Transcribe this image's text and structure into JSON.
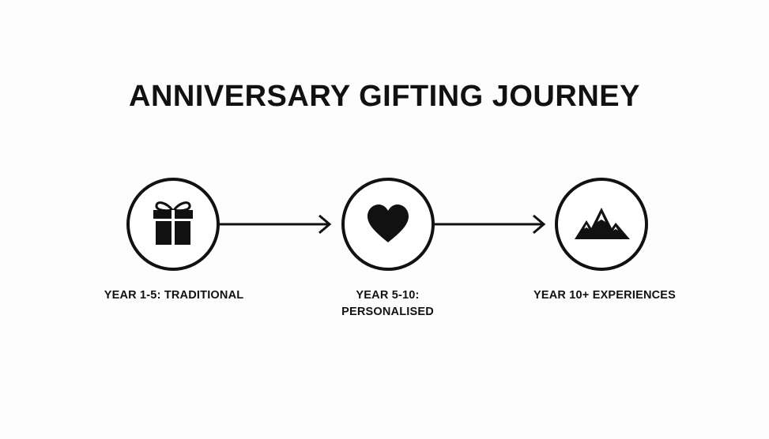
{
  "title": "ANNIVERSARY GIFTING JOURNEY",
  "stages": [
    {
      "icon": "gift-icon",
      "label": "YEAR 1-5: TRADITIONAL"
    },
    {
      "icon": "heart-icon",
      "label": "YEAR 5-10: PERSONALISED"
    },
    {
      "icon": "mountain-icon",
      "label": "YEAR 10+ EXPERIENCES"
    }
  ],
  "colors": {
    "background": "#fdfdfd",
    "ink": "#111111"
  }
}
